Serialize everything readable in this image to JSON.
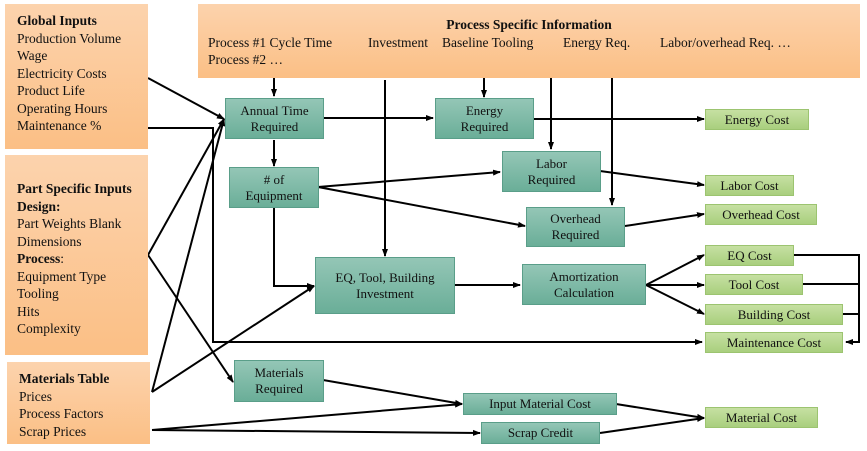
{
  "global_inputs": {
    "title": "Global Inputs",
    "items": [
      "Production Volume",
      "Wage",
      "Electricity Costs",
      "Product Life",
      "Operating Hours",
      "Maintenance %"
    ]
  },
  "part_inputs": {
    "title": "Part Specific Inputs",
    "design_label": "Design:",
    "design_items": [
      "Part Weights Blank",
      "Dimensions"
    ],
    "process_label": "Process",
    "process_colon": ":",
    "process_items": [
      "Equipment Type",
      "Tooling",
      "Hits",
      "Complexity"
    ]
  },
  "materials_table": {
    "title": "Materials Table",
    "items": [
      "Prices",
      "Process Factors",
      "Scrap Prices"
    ]
  },
  "process_info": {
    "title": "Process Specific Information",
    "items": [
      "Process #1 Cycle Time",
      "Investment",
      "Baseline Tooling",
      "Energy Req.",
      "Labor/overhead Req. …"
    ],
    "line2": "Process #2 …"
  },
  "process_nodes": {
    "annual_time": [
      "Annual Time",
      "Required"
    ],
    "equipment": [
      "# of",
      "Equipment"
    ],
    "energy": [
      "Energy",
      "Required"
    ],
    "labor": [
      "Labor",
      "Required"
    ],
    "overhead": [
      "Overhead",
      "Required"
    ],
    "investment": [
      "EQ, Tool, Building",
      "Investment"
    ],
    "amortization": [
      "Amortization",
      "Calculation"
    ],
    "materials": [
      "Materials",
      "Required"
    ],
    "input_material": "Input Material Cost",
    "scrap_credit": "Scrap Credit"
  },
  "cost_nodes": {
    "energy_cost": "Energy Cost",
    "labor_cost": "Labor Cost",
    "overhead_cost": "Overhead Cost",
    "eq_cost": "EQ Cost",
    "tool_cost": "Tool Cost",
    "building_cost": "Building Cost",
    "maintenance_cost": "Maintenance Cost",
    "material_cost": "Material Cost"
  },
  "colors": {
    "input_fill": "#fbbf85",
    "process_fill": "#7fb9a6",
    "cost_fill": "#b5d68c",
    "line": "#000000"
  }
}
